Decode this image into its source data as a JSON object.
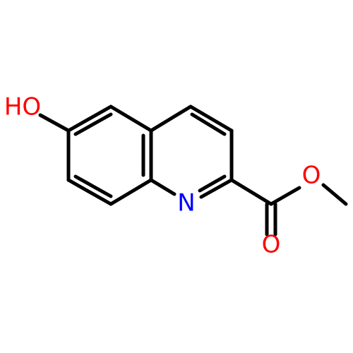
{
  "atoms": {
    "hydroxyl_oxygen": "HO",
    "ring_nitrogen": "N",
    "ester_oxygen": "O",
    "carbonyl_oxygen": "O"
  },
  "colors": {
    "bond": "#000000",
    "oxygen": "#ff0000",
    "nitrogen": "#0000ff",
    "background": "#ffffff"
  }
}
